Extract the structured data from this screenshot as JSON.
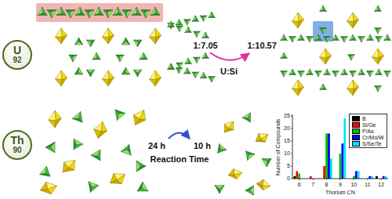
{
  "diagram": {
    "nodes": [
      {
        "text": [
          "U",
          "92"
        ]
      },
      {
        "text": [
          "Th",
          "90"
        ]
      }
    ],
    "labels": [
      "1:7.05",
      "1:10.57",
      "U:Si",
      "24 h",
      "10 h",
      "Reaction Time",
      "Number of Compounds",
      "Thorium CN",
      "0",
      "5",
      "10",
      "15",
      "20",
      "25",
      "6",
      "7",
      "8",
      "9",
      "10",
      "11",
      "12"
    ],
    "legend": [
      {
        "text": "B",
        "color": "#000000"
      },
      {
        "text": "Si/Ge",
        "color": "#ff0000"
      },
      {
        "text": "P/As",
        "color": "#00c000"
      },
      {
        "text": "Cr/Mo/W",
        "color": "#0000ff"
      },
      {
        "text": "S/Se/Te",
        "color": "#00e5ff"
      }
    ]
  }
}
